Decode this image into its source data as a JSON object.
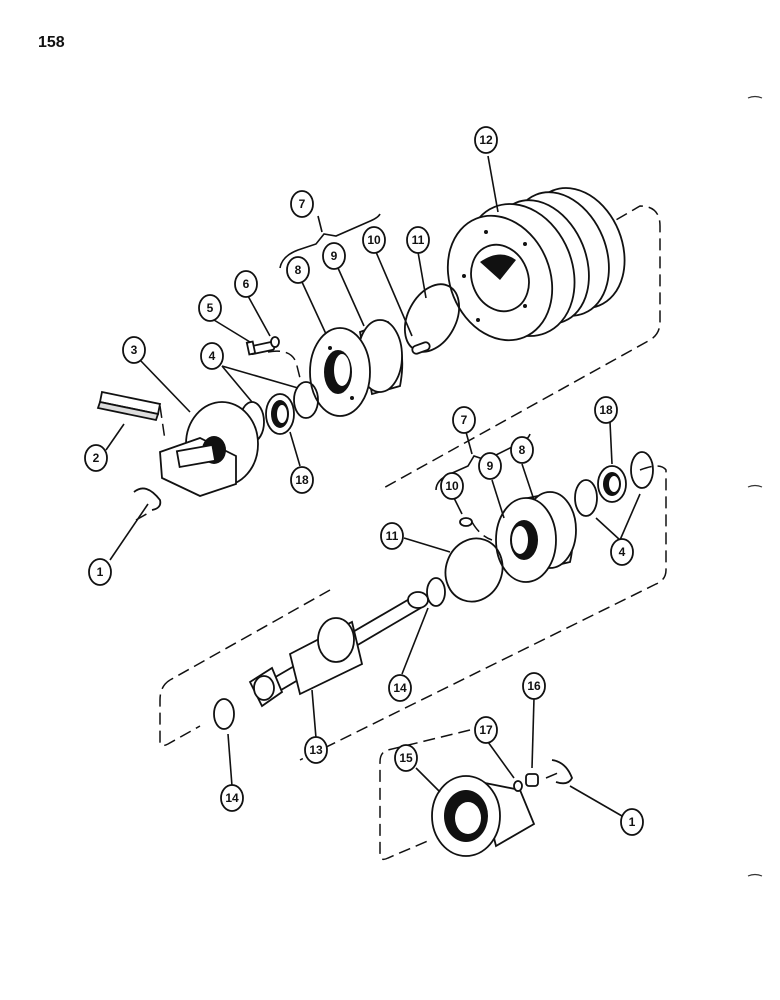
{
  "page_number": "158",
  "callouts": [
    {
      "id": "c12",
      "label": "12"
    },
    {
      "id": "c7a",
      "label": "7"
    },
    {
      "id": "c11a",
      "label": "11"
    },
    {
      "id": "c10a",
      "label": "10"
    },
    {
      "id": "c9a",
      "label": "9"
    },
    {
      "id": "c8a",
      "label": "8"
    },
    {
      "id": "c6",
      "label": "6"
    },
    {
      "id": "c5",
      "label": "5"
    },
    {
      "id": "c3",
      "label": "3"
    },
    {
      "id": "c4a",
      "label": "4"
    },
    {
      "id": "c2",
      "label": "2"
    },
    {
      "id": "c18a",
      "label": "18"
    },
    {
      "id": "c1a",
      "label": "1"
    },
    {
      "id": "c7b",
      "label": "7"
    },
    {
      "id": "c18b",
      "label": "18"
    },
    {
      "id": "c10b",
      "label": "10"
    },
    {
      "id": "c9b",
      "label": "9"
    },
    {
      "id": "c8b",
      "label": "8"
    },
    {
      "id": "c11b",
      "label": "11"
    },
    {
      "id": "c4b",
      "label": "4"
    },
    {
      "id": "c14a",
      "label": "14"
    },
    {
      "id": "c13",
      "label": "13"
    },
    {
      "id": "c14b",
      "label": "14"
    },
    {
      "id": "c17",
      "label": "17"
    },
    {
      "id": "c16",
      "label": "16"
    },
    {
      "id": "c15",
      "label": "15"
    },
    {
      "id": "c1b",
      "label": "1"
    }
  ]
}
